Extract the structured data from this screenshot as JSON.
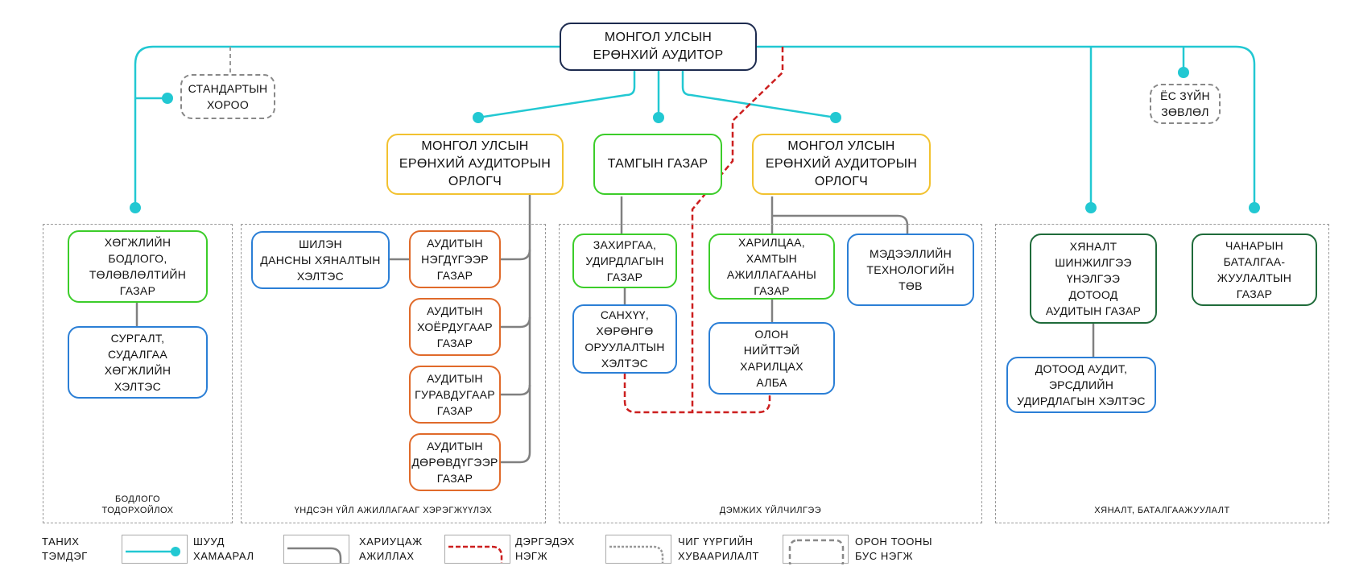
{
  "root": {
    "label": "МОНГОЛ УЛСЫН\nЕРӨНХИЙ АУДИТОР"
  },
  "committees": {
    "standards": "СТАНДАРТЫН\nХОРОО",
    "ethics": "ЁС ЗҮЙН\nЗӨВЛӨЛ"
  },
  "level2": {
    "deputy_left": "МОНГОЛ УЛСЫН\nЕРӨНХИЙ АУДИТОРЫН\nОРЛОГЧ",
    "secretariat": "ТАМГЫН ГАЗАР",
    "deputy_right": "МОНГОЛ УЛСЫН\nЕРӨНХИЙ АУДИТОРЫН\nОРЛОГЧ"
  },
  "sections": {
    "policy": {
      "label": "БОДЛОГО\nТОДОРХОЙЛОХ",
      "units": [
        "ХӨГЖЛИЙН\nБОДЛОГО,\nТӨЛӨВЛӨЛТИЙН\nГАЗАР",
        "СУРГАЛТ,\nСУДАЛГАА\nХӨГЖЛИЙН\nХЭЛТЭС"
      ]
    },
    "core": {
      "label": "ҮНДСЭН ҮЙЛ АЖИЛЛАГААГ ХЭРЭГЖҮҮЛЭХ",
      "transparency": "ШИЛЭН\nДАНСНЫ ХЯНАЛТЫН\nХЭЛТЭС",
      "audits": [
        "АУДИТЫН\nНЭГДҮГЭЭР\nГАЗАР",
        "АУДИТЫН\nХОЁРДУГААР\nГАЗАР",
        "АУДИТЫН\nГУРАВДУГААР\nГАЗАР",
        "АУДИТЫН\nДӨРӨВДҮГЭЭР\nГАЗАР"
      ]
    },
    "support": {
      "label": "ДЭМЖИХ ҮЙЛЧИЛГЭЭ",
      "admin": "ЗАХИРГАА,\nУДИРДЛАГЫН\nГАЗАР",
      "finance": "САНХҮҮ,\nХӨРӨНГӨ\nОРУУЛАЛТЫН\nХЭЛТЭС",
      "cooperation": "ХАРИЛЦАА,\nХАМТЫН\nАЖИЛЛАГААНЫ\nГАЗАР",
      "public_relations": "ОЛОН\nНИЙТТЭЙ\nХАРИЛЦАХ\nАЛБА",
      "it_center": "МЭДЭЭЛЛИЙН\nТЕХНОЛОГИЙН\nТӨВ"
    },
    "control": {
      "label": "ХЯНАЛТ, БАТАЛГААЖУУЛАЛТ",
      "monitoring": "ХЯНАЛТ\nШИНЖИЛГЭЭ\nҮНЭЛГЭЭ\nДОТООД\nАУДИТЫН ГАЗАР",
      "internal_audit": "ДОТООД АУДИТ,\nЭРСДЛИЙН\nУДИРДЛАГЫН ХЭЛТЭС",
      "quality": "ЧАНАРЫН\nБАТАЛГАА-\nЖУУЛАЛТЫН\nГАЗАР"
    }
  },
  "legend": {
    "title": "ТАНИХ\nТЭМДЭГ",
    "items": [
      {
        "label": "ШУУД\nХАМААРАЛ",
        "icon": "direct-link"
      },
      {
        "label": "ХАРИУЦАЖ\nАЖИЛЛАХ",
        "icon": "responsible-link"
      },
      {
        "label": "ДЭРГЭДЭХ\nНЭГЖ",
        "icon": "attached-unit"
      },
      {
        "label": "ЧИГ ҮҮРГИЙН\nХУВААРИЛАЛТ",
        "icon": "function-allocation"
      },
      {
        "label": "ОРОН ТООНЫ\nБУС НЭГЖ",
        "icon": "non-staff-unit"
      }
    ]
  },
  "colors": {
    "direct": "#22c8d2",
    "responsible": "#808080",
    "attached": "#cc1f1f",
    "navy": "#1d2b4f",
    "yellow": "#f2c230",
    "green": "#3ccd2a",
    "blue": "#2b7fd6",
    "orange": "#e06a2a",
    "dark_green": "#1f6b3a"
  }
}
